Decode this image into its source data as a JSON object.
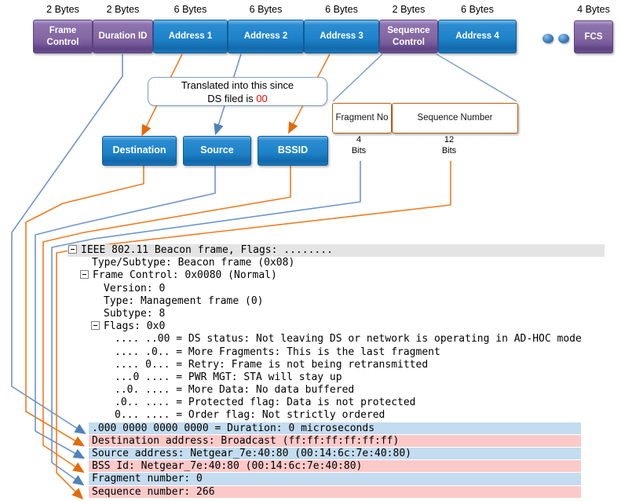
{
  "frame_fields": [
    {
      "label": "Frame Control",
      "size": "2 Bytes"
    },
    {
      "label": "Duration ID",
      "size": "2 Bytes"
    },
    {
      "label": "Address 1",
      "size": "6 Bytes"
    },
    {
      "label": "Address 2",
      "size": "6 Bytes"
    },
    {
      "label": "Address 3",
      "size": "6 Bytes"
    },
    {
      "label": "Sequence Control",
      "size": "2 Bytes"
    },
    {
      "label": "Address 4",
      "size": "6 Bytes"
    },
    {
      "label": "FCS",
      "size": "4 Bytes"
    }
  ],
  "callout": {
    "line1": "Translated into this since",
    "line2_prefix": "DS filed is ",
    "line2_value": "00"
  },
  "translated_fields": [
    {
      "label": "Destination"
    },
    {
      "label": "Source"
    },
    {
      "label": "BSSID"
    }
  ],
  "sequence_parts": [
    {
      "label": "Fragment No",
      "bits": "4",
      "unit": "Bits"
    },
    {
      "label": "Sequence Number",
      "bits": "12",
      "unit": "Bits"
    }
  ],
  "colors": {
    "field_blue": "#1e82c8",
    "field_purple": "#80619e",
    "field_orange": "#f08b25",
    "line_blue": "#6d96cc",
    "line_orange": "#ee7d23",
    "arrow_blue": "#4f81bd",
    "arrow_orange": "#e26b0a",
    "highlight_blue": "#c3dcf0",
    "highlight_pink": "#fcc9c9",
    "header_gray": "#e4e4e4",
    "ds_value_red": "#ff0000"
  },
  "packet_tree": {
    "rows": [
      {
        "text": "IEEE 802.11 Beacon frame, Flags: ........",
        "style": "header",
        "expander": true,
        "indent": 1
      },
      {
        "text": "Type/Subtype: Beacon frame (0x08)",
        "style": "plain",
        "indent": 31
      },
      {
        "text": "Frame Control: 0x0080 (Normal)",
        "style": "plain",
        "expander": true,
        "indent": 16
      },
      {
        "text": "Version: 0",
        "style": "plain",
        "indent": 46
      },
      {
        "text": "Type: Management frame (0)",
        "style": "plain",
        "indent": 46
      },
      {
        "text": "Subtype: 8",
        "style": "plain",
        "indent": 46
      },
      {
        "text": "Flags: 0x0",
        "style": "plain",
        "expander": true,
        "indent": 30
      },
      {
        "text": ".... ..00 = DS status: Not leaving DS or network is operating in AD-HOC mode",
        "style": "plain",
        "indent": 60
      },
      {
        "text": ".... .0.. = More Fragments: This is the last fragment",
        "style": "plain",
        "indent": 60
      },
      {
        "text": ".... 0... = Retry: Frame is not being retransmitted",
        "style": "plain",
        "indent": 60
      },
      {
        "text": "...0 .... = PWR MGT: STA will stay up",
        "style": "plain",
        "indent": 60
      },
      {
        "text": "..0. .... = More Data: No data buffered",
        "style": "plain",
        "indent": 60
      },
      {
        "text": ".0.. .... = Protected flag: Data is not protected",
        "style": "plain",
        "indent": 60
      },
      {
        "text": "0... .... = Order flag: Not strictly ordered",
        "style": "plain",
        "indent": 60
      },
      {
        "text": ".000 0000 0000 0000 = Duration: 0 microseconds",
        "style": "hlblue"
      },
      {
        "text": "Destination address: Broadcast (ff:ff:ff:ff:ff:ff)",
        "style": "hlpink"
      },
      {
        "text": "Source address: Netgear_7e:40:80 (00:14:6c:7e:40:80)",
        "style": "hlblue"
      },
      {
        "text": "BSS Id: Netgear_7e:40:80 (00:14:6c:7e:40:80)",
        "style": "hlpink"
      },
      {
        "text": "Fragment number: 0",
        "style": "hlblue"
      },
      {
        "text": "Sequence number: 266",
        "style": "hlpink"
      }
    ]
  }
}
